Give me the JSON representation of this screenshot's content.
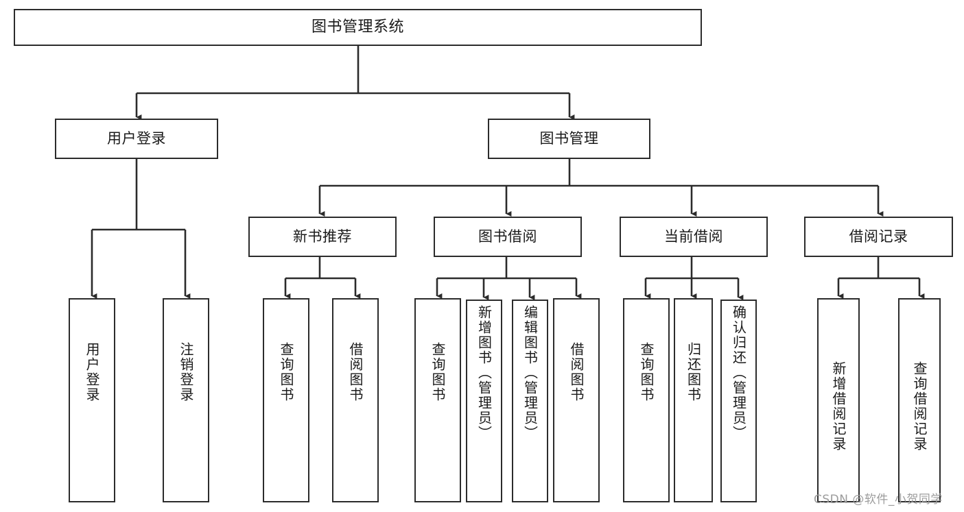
{
  "diagram": {
    "title": "图书管理系统",
    "type": "tree-hierarchy",
    "line_color": "#2b2b2b",
    "box_fill": "#ffffff",
    "text_color": "#1a1a1a",
    "background": "#ffffff"
  },
  "nodes": {
    "root": {
      "label": "图书管理系统"
    },
    "level2": [
      {
        "label": "用户登录"
      },
      {
        "label": "图书管理"
      }
    ],
    "level3": [
      {
        "label": "新书推荐"
      },
      {
        "label": "图书借阅"
      },
      {
        "label": "当前借阅"
      },
      {
        "label": "借阅记录"
      }
    ],
    "leaves": {
      "user_login": [
        {
          "label": "用户登录"
        },
        {
          "label": "注销登录"
        }
      ],
      "new_book_recommend": [
        {
          "label": "查询图书"
        },
        {
          "label": "借阅图书"
        }
      ],
      "book_borrow": [
        {
          "label": "查询图书"
        },
        {
          "label": "新增图书（管理员）"
        },
        {
          "label": "编辑图书（管理员）"
        },
        {
          "label": "借阅图书"
        }
      ],
      "current_borrow": [
        {
          "label": "查询图书"
        },
        {
          "label": "归还图书"
        },
        {
          "label": "确认归还（管理员）"
        }
      ],
      "borrow_record": [
        {
          "label": "新增借阅记录"
        },
        {
          "label": "查询借阅记录"
        }
      ]
    }
  },
  "watermark": {
    "text": "CSDN @软件_小贺同学"
  }
}
